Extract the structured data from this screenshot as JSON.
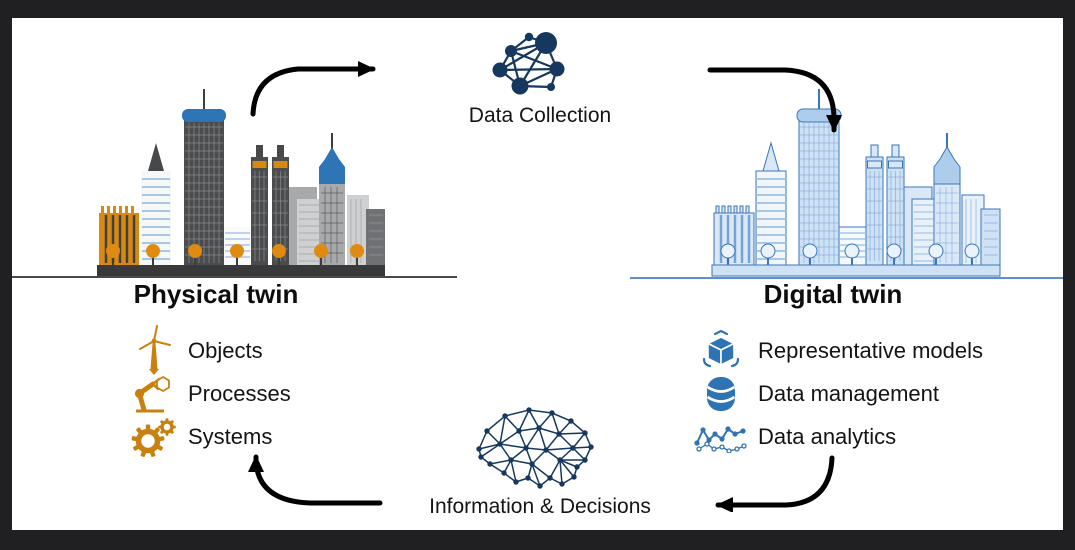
{
  "diagram": {
    "top_node": {
      "icon": "network-graph-icon",
      "label": "Data Collection"
    },
    "bottom_node": {
      "icon": "brain-network-icon",
      "label": "Information & Decisions"
    },
    "physical_twin": {
      "title": "Physical twin",
      "items": [
        {
          "icon": "wind-turbine-icon",
          "label": "Objects"
        },
        {
          "icon": "robot-arm-icon",
          "label": "Processes"
        },
        {
          "icon": "gears-icon",
          "label": "Systems"
        }
      ]
    },
    "digital_twin": {
      "title": "Digital twin",
      "items": [
        {
          "icon": "cube-3d-icon",
          "label": "Representative models"
        },
        {
          "icon": "database-icon",
          "label": "Data management"
        },
        {
          "icon": "line-chart-nodes-icon",
          "label": "Data analytics"
        }
      ]
    },
    "colors": {
      "navy": "#16385e",
      "blue": "#2e74b5",
      "orange": "#c8810e",
      "arrow": "#000000",
      "frame": "#202022"
    }
  }
}
